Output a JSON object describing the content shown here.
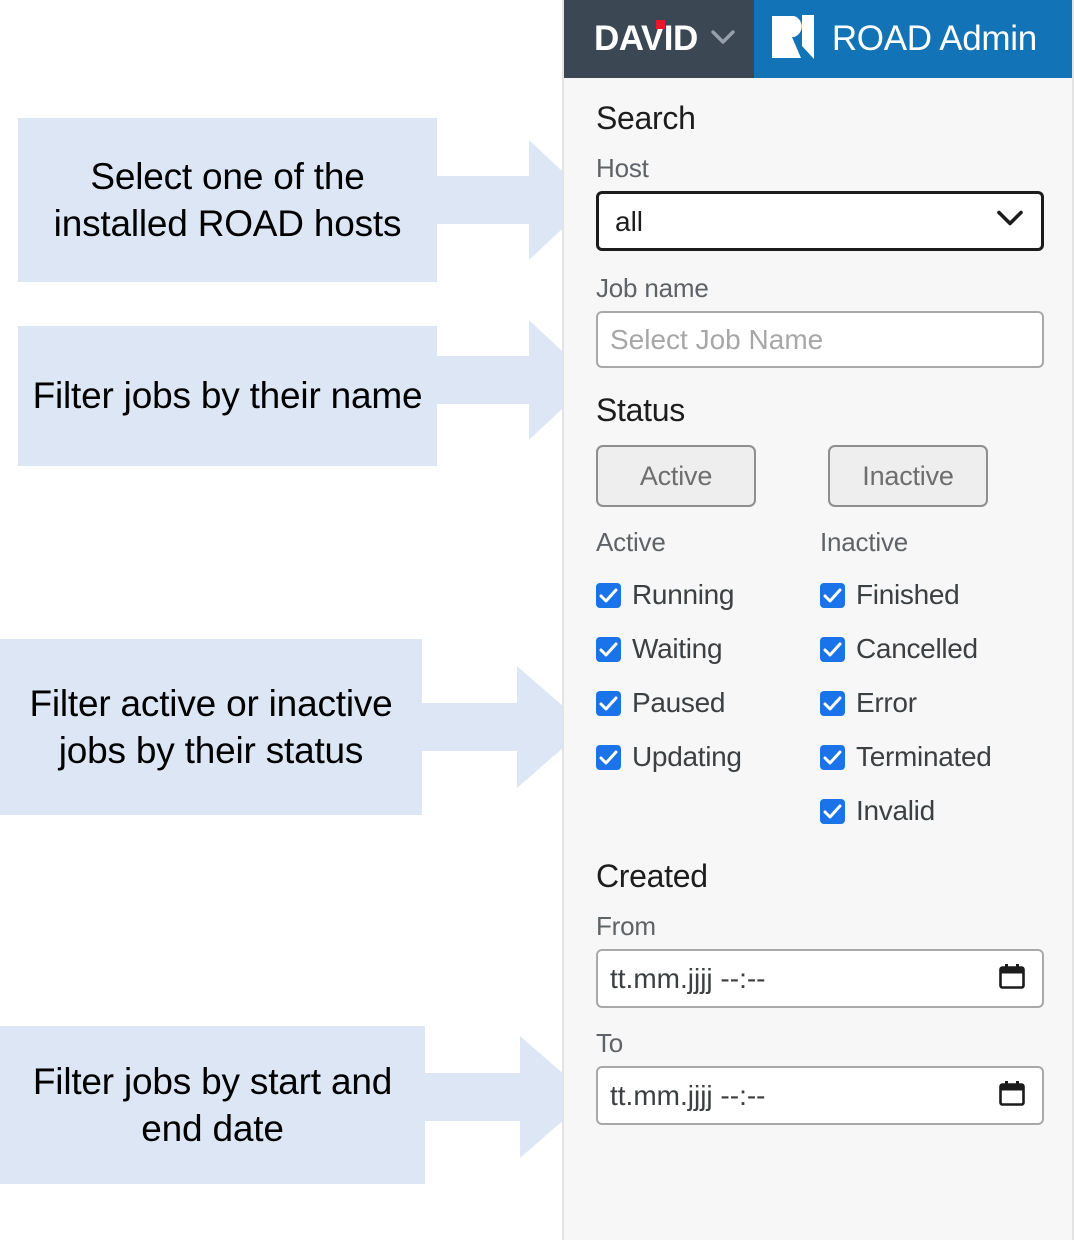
{
  "annotations": [
    {
      "id": "host-callout",
      "text": "Select one of the installed ROAD hosts"
    },
    {
      "id": "jobname-callout",
      "text": "Filter jobs by their name"
    },
    {
      "id": "status-callout",
      "text": "Filter active or inactive jobs by their status"
    },
    {
      "id": "date-callout",
      "text": "Filter jobs by start and end date"
    }
  ],
  "header": {
    "brand": "DAVID",
    "brand_menu_icon": "chevron-down-icon",
    "logo_icon": "road-logo-icon",
    "product_title": "ROAD Admin",
    "brand_bg": "#3c4754",
    "product_bg": "#1273b7",
    "brand_dot_color": "#e8182a"
  },
  "search": {
    "title": "Search",
    "host": {
      "label": "Host",
      "value": "all",
      "options": [
        "all"
      ],
      "chevron_icon": "chevron-down-icon"
    },
    "job_name": {
      "label": "Job name",
      "value": "",
      "placeholder": "Select Job Name"
    },
    "status": {
      "title": "Status",
      "buttons": [
        {
          "label": "Active"
        },
        {
          "label": "Inactive"
        }
      ],
      "columns": [
        {
          "heading": "Active",
          "items": [
            {
              "label": "Running",
              "checked": true
            },
            {
              "label": "Waiting",
              "checked": true
            },
            {
              "label": "Paused",
              "checked": true
            },
            {
              "label": "Updating",
              "checked": true
            }
          ]
        },
        {
          "heading": "Inactive",
          "items": [
            {
              "label": "Finished",
              "checked": true
            },
            {
              "label": "Cancelled",
              "checked": true
            },
            {
              "label": "Error",
              "checked": true
            },
            {
              "label": "Terminated",
              "checked": true
            },
            {
              "label": "Invalid",
              "checked": true
            }
          ]
        }
      ],
      "checkbox_color": "#1a73e8"
    },
    "created": {
      "title": "Created",
      "from": {
        "label": "From",
        "value": "tt.mm.jjjj --:--",
        "icon": "calendar-icon"
      },
      "to": {
        "label": "To",
        "value": "tt.mm.jjjj --:--",
        "icon": "calendar-icon"
      }
    }
  }
}
